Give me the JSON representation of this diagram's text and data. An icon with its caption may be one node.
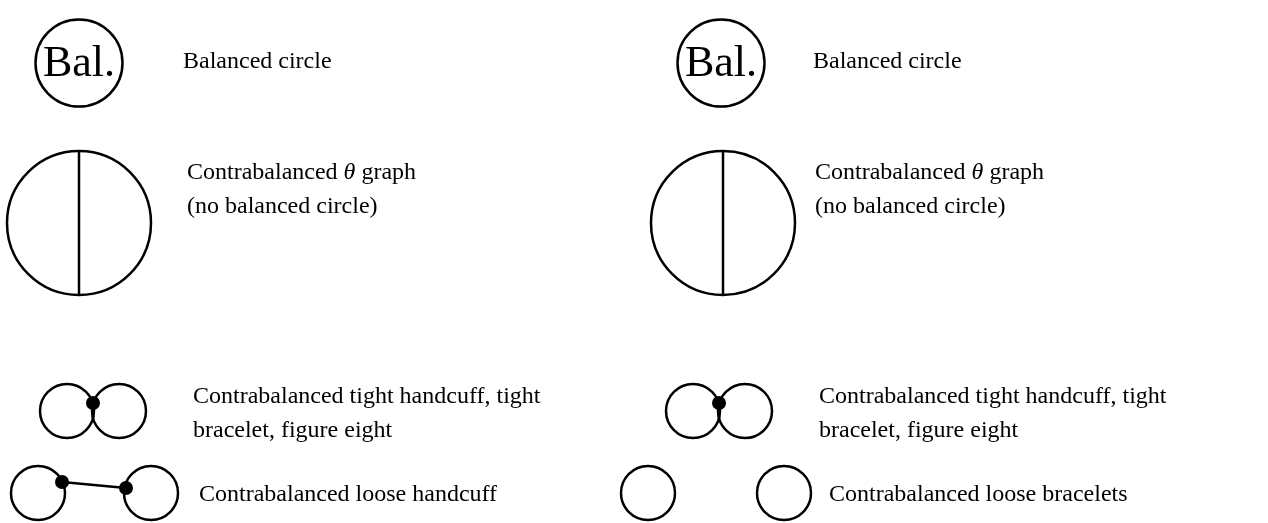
{
  "diagram": {
    "nodes": [
      {
        "text": [
          "Bal."
        ],
        "beside": [
          "Balanced circle"
        ]
      },
      {
        "text": [
          "Bal."
        ],
        "beside": [
          "Balanced circle"
        ]
      }
    ],
    "labels": [
      "Contrabalanced *θ* graph (no balanced circle)",
      "Contrabalanced *θ* graph (no balanced circle)",
      "Contrabalanced tight handcuff, tight bracelet, figure eight",
      "Contrabalanced tight handcuff, tight bracelet, figure eight",
      "Contrabalanced loose handcuff",
      "Contrabalanced loose bracelets"
    ]
  }
}
